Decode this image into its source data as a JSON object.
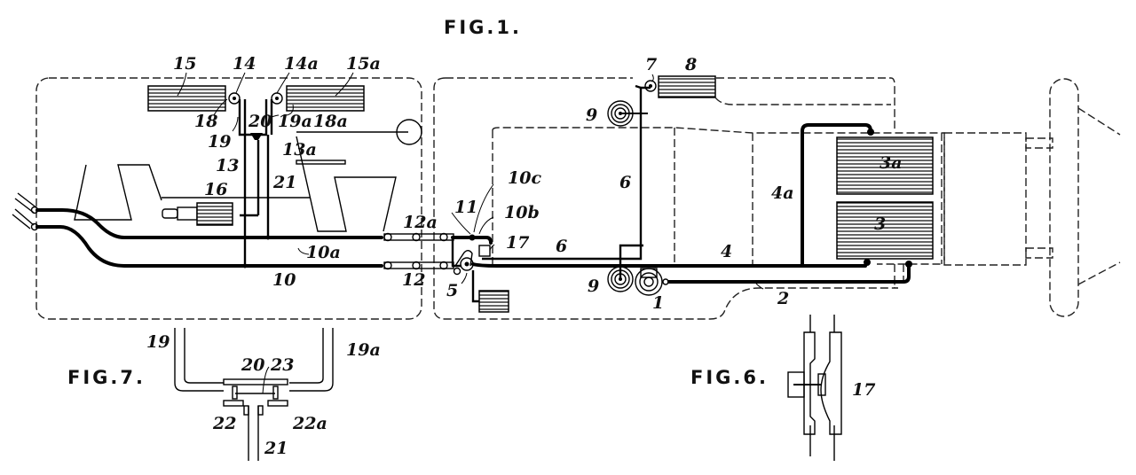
{
  "figures": {
    "fig1": {
      "title": "FIG.1.",
      "labels": {
        "l15": "15",
        "l14": "14",
        "l14a": "14a",
        "l15a": "15a",
        "l18": "18",
        "l18a": "18a",
        "l19": "19",
        "l19a": "19a",
        "l20": "20",
        "l13": "13",
        "l13a": "13a",
        "l21": "21",
        "l16": "16",
        "l10a": "10a",
        "l10": "10",
        "l12a": "12a",
        "l12": "12",
        "l11": "11",
        "l10c": "10c",
        "l10b": "10b",
        "l17": "17",
        "l5": "5",
        "l7": "7",
        "l8": "8",
        "l9top": "9",
        "l9bot": "9",
        "l6top": "6",
        "l6bot": "6",
        "l1": "1",
        "l2": "2",
        "l4": "4",
        "l4a": "4a",
        "l3": "3",
        "l3a": "3a"
      }
    },
    "fig7": {
      "title": "FIG.7.",
      "labels": {
        "l19": "19",
        "l19a": "19a",
        "l20": "20",
        "l23": "23",
        "l22": "22",
        "l22a": "22a",
        "l21": "21"
      }
    },
    "fig6": {
      "title": "FIG.6.",
      "labels": {
        "l17": "17"
      }
    }
  }
}
